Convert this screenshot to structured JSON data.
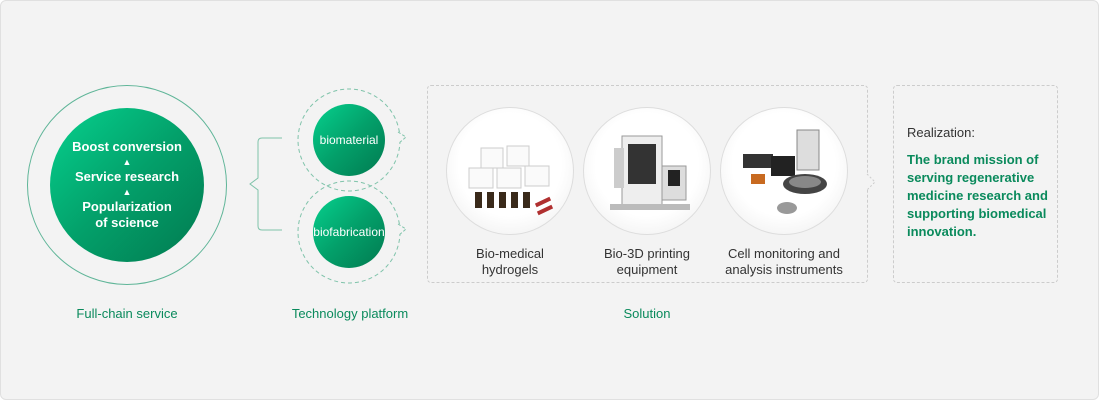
{
  "full_chain": {
    "items": [
      "Boost conversion",
      "Service research",
      "Popularization of science"
    ],
    "arrow": "▲",
    "caption": "Full-chain service"
  },
  "platform": {
    "items": [
      "biomaterial",
      "biofabrication"
    ],
    "caption": "Technology platform"
  },
  "solution": {
    "items": [
      {
        "label": "Bio-medical hydrogels"
      },
      {
        "label": "Bio-3D printing equipment"
      },
      {
        "label": "Cell monitoring and analysis instruments"
      }
    ],
    "caption": "Solution"
  },
  "realization": {
    "title": "Realization:",
    "text": "The brand mission of serving regenerative medicine research and supporting biomedical innovation."
  },
  "colors": {
    "accent": "#0a8a5c"
  }
}
